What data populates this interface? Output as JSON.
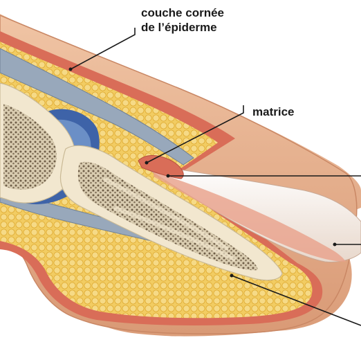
{
  "labels": {
    "stratum_corneum_line1": "couche cornée",
    "stratum_corneum_line2": "de l’épiderme",
    "nail_matrix": "matrice"
  },
  "colors": {
    "skin_surface": "#e9b594",
    "skin_dark": "#c98764",
    "dermis": "#d96d58",
    "fat": "#f2cc62",
    "fat_dots": "#e0ad36",
    "bone": "#f2e7cf",
    "marrow": "#7a6a52",
    "cartilage": "#98a8bb",
    "joint_blue": "#3e63a8",
    "nail": "#f4ece4",
    "leader": "#1a1a1a"
  }
}
